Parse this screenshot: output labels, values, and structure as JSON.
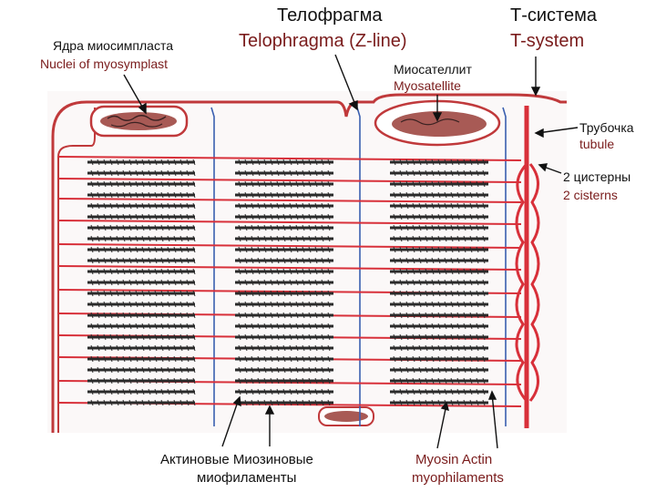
{
  "labels": {
    "nuclei_ru": "Ядра миосимпласта",
    "nuclei_en": "Nuclei of myosymplast",
    "telophragma_ru": "Телофрагма",
    "telophragma_en": "Telophragma (Z-line)",
    "tsystem_ru": "Т-система",
    "tsystem_en": "T-system",
    "myosatellite_ru": "Миосателлит",
    "myosatellite_en": "Myosatellite",
    "tubule_ru": "Трубочка",
    "tubule_en": "tubule",
    "cisterns_ru": "2 цистерны",
    "cisterns_en": "2 cisterns",
    "filaments_ru_line1": "Актиновые Миозиновые",
    "filaments_ru_line2": "миофиламенты",
    "filaments_en_line1": "Myosin Actin",
    "filaments_en_line2": "myophilaments"
  },
  "colors": {
    "membrane": "#c0393b",
    "actin": "#d8303a",
    "myosin": "#2a2a2a",
    "zline": "#3a5fb0",
    "nucleus_fill": "#a85a55",
    "label_en": "#7a1c1c"
  }
}
